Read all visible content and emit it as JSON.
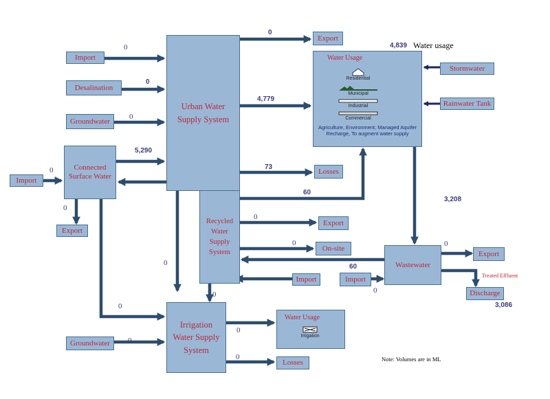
{
  "diagram": {
    "chart_title": "Water usage",
    "note": "Note: Volumes are in ML",
    "nodes": {
      "urban": "Urban Water Supply System",
      "irrigation": "Irrigation Water Supply System",
      "recycled": "Recycled Water Supply System",
      "connected_surface_water": "Connected Surface Water",
      "wastewater": "Wastewater",
      "import_top": "Import",
      "desalination": "Desalination",
      "groundwater_top": "Groundwater",
      "import_left": "Import",
      "export_csw": "Export",
      "export_top": "Export",
      "losses_urban": "Losses",
      "stormwater": "Stormwater",
      "rainwater_tank": "Rainwater Tank",
      "export_recycled": "Export",
      "onsite": "On-site",
      "import_recycled": "Import",
      "import_wastewater": "Import",
      "export_wastewater": "Export",
      "discharge": "Discharge",
      "groundwater_irrigation": "Groundwater",
      "losses_irrigation": "Losses"
    },
    "treated_effluent_label": "Treated Effluent",
    "water_usage_urban": {
      "title": "Water Usage",
      "categories": [
        "Residential",
        "Municipal",
        "Industrial",
        "Commercial"
      ],
      "description": "Agriculture, Environment, Managed Aquifer Recharge, To augment water supply"
    },
    "water_usage_irrigation": {
      "title": "Water Usage",
      "category": "Irrigation"
    },
    "flows": {
      "urban_to_export": "0",
      "import_to_urban": "0",
      "desalination_to_urban": "0",
      "groundwater_to_urban": "0",
      "urban_to_usage": "4,779",
      "usage_total": "4,839",
      "csw_to_urban": "5,290",
      "import_to_csw": "0",
      "urban_to_losses": "73",
      "recycled_to_usage": "60",
      "csw_to_export": "0",
      "usage_to_wastewater": "3,208",
      "recycled_to_export": "0",
      "recycled_to_onsite": "0",
      "wastewater_to_recycled": "60",
      "wastewater_to_export": "0",
      "import_to_wastewater": "0",
      "discharge_volume": "3,086",
      "urban_to_irrigation": "0",
      "csw_to_irrigation": "0",
      "recycled_to_irrigation": "0",
      "groundwater_to_irrigation": "0",
      "irrigation_to_usage": "0",
      "irrigation_to_losses": "0"
    },
    "colors": {
      "box_fill": "#9ab8d6",
      "box_border": "#4a6e92",
      "label_text": "#b8283a",
      "arrow": "#2d4d6d",
      "arrow_dark": "#1a2860",
      "numbers": "#3c3c7a"
    }
  }
}
